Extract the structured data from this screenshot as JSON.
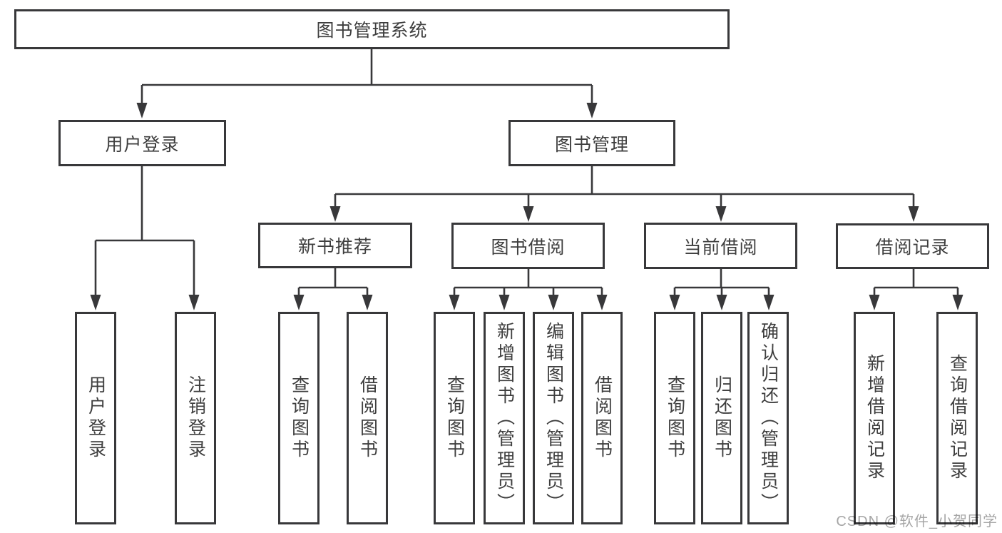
{
  "colors": {
    "line": "#38383a",
    "box_border": "#38383a",
    "text": "#3e3e3e",
    "watermark": "#a6a6a6"
  },
  "watermark": "CSDN @软件_小贺同学",
  "tree": {
    "label": "图书管理系统",
    "children": [
      {
        "label": "用户登录",
        "children": [
          {
            "label": "用户登录"
          },
          {
            "label": "注销登录"
          }
        ]
      },
      {
        "label": "图书管理",
        "children": [
          {
            "label": "新书推荐",
            "children": [
              {
                "label": "查询图书"
              },
              {
                "label": "借阅图书"
              }
            ]
          },
          {
            "label": "图书借阅",
            "children": [
              {
                "label": "查询图书"
              },
              {
                "label": "新增图书（管理员）"
              },
              {
                "label": "编辑图书（管理员）"
              },
              {
                "label": "借阅图书"
              }
            ]
          },
          {
            "label": "当前借阅",
            "children": [
              {
                "label": "查询图书"
              },
              {
                "label": "归还图书"
              },
              {
                "label": "确认归还（管理员）"
              }
            ]
          },
          {
            "label": "借阅记录",
            "children": [
              {
                "label": "新增借阅记录"
              },
              {
                "label": "查询借阅记录"
              }
            ]
          }
        ]
      }
    ]
  }
}
